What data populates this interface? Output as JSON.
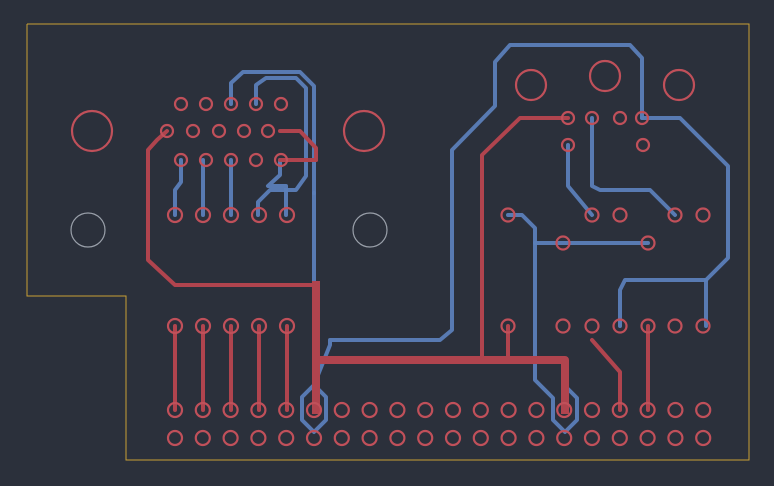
{
  "view": {
    "background_color": "#2b303b",
    "outline_color": "#c8a035",
    "top_copper_color": "#b0444e",
    "bottom_copper_color": "#5b7eb8",
    "pad_color": "#c0505a",
    "hole_outline_color": "#9aa0aa"
  },
  "layers": [
    {
      "name": "board-outline",
      "visible": true
    },
    {
      "name": "bottom-copper",
      "visible": true
    },
    {
      "name": "top-copper",
      "visible": true
    },
    {
      "name": "pads",
      "visible": true
    },
    {
      "name": "mounting-holes",
      "visible": true
    }
  ]
}
